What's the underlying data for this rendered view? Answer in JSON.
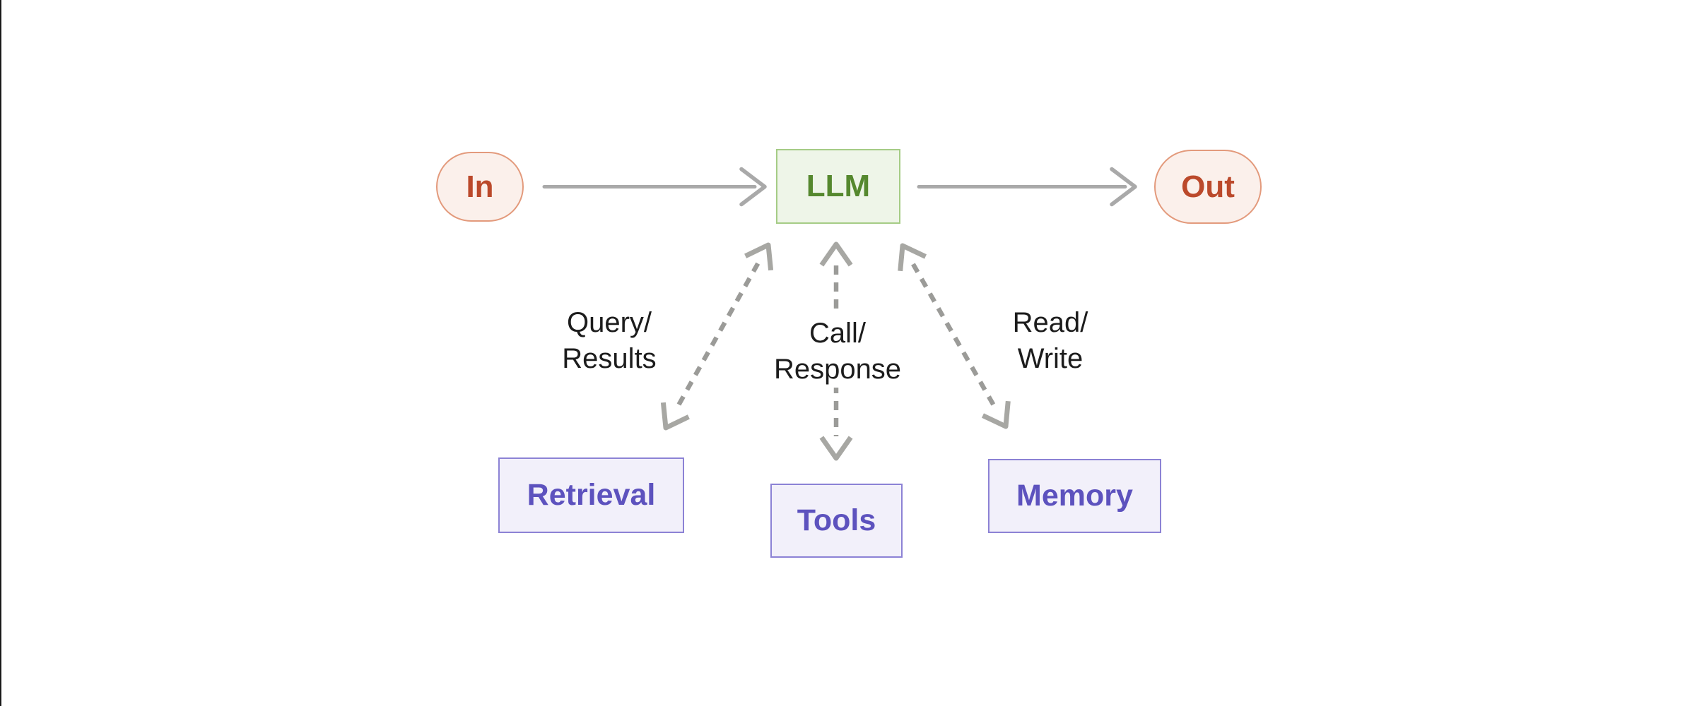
{
  "diagram": {
    "type": "llm-architecture-flow",
    "background": "#ffffff",
    "frame_line_color": "#1a1a1a"
  },
  "nodes": {
    "in": {
      "label": "In",
      "shape": "stadium",
      "fill": "#fbf0eb",
      "border": "#e39a7c",
      "text_color": "#bb492b"
    },
    "llm": {
      "label": "LLM",
      "shape": "rect",
      "fill": "#eef5e8",
      "border": "#a5cc86",
      "text_color": "#55882e"
    },
    "out": {
      "label": "Out",
      "shape": "stadium",
      "fill": "#fbf0eb",
      "border": "#e39a7c",
      "text_color": "#bb492b"
    },
    "retrieval": {
      "label": "Retrieval",
      "shape": "rect",
      "fill": "#f2f0fa",
      "border": "#8c82d5",
      "text_color": "#5d52be"
    },
    "tools": {
      "label": "Tools",
      "shape": "rect",
      "fill": "#f2f0fa",
      "border": "#8c82d5",
      "text_color": "#5d52be"
    },
    "memory": {
      "label": "Memory",
      "shape": "rect",
      "fill": "#f2f0fa",
      "border": "#8c82d5",
      "text_color": "#5d52be"
    }
  },
  "edges": [
    {
      "from": "In",
      "to": "LLM",
      "style": "solid-arrow",
      "label": ""
    },
    {
      "from": "LLM",
      "to": "Out",
      "style": "solid-arrow",
      "label": ""
    },
    {
      "from": "LLM",
      "to": "Retrieval",
      "style": "dashed-bidirectional",
      "label": "Query/Results"
    },
    {
      "from": "LLM",
      "to": "Tools",
      "style": "dashed-bidirectional",
      "label": "Call/Response"
    },
    {
      "from": "LLM",
      "to": "Memory",
      "style": "dashed-bidirectional",
      "label": "Read/Write"
    }
  ],
  "edge_labels": {
    "query_results": {
      "line1": "Query/",
      "line2": "Results"
    },
    "call_response": {
      "line1": "Call/",
      "line2": "Response"
    },
    "read_write": {
      "line1": "Read/",
      "line2": "Write"
    }
  },
  "arrow_colors": {
    "solid": "#a9a9a9",
    "dashed": "#9b9b98",
    "dashed_head": "#a7a7a3"
  }
}
